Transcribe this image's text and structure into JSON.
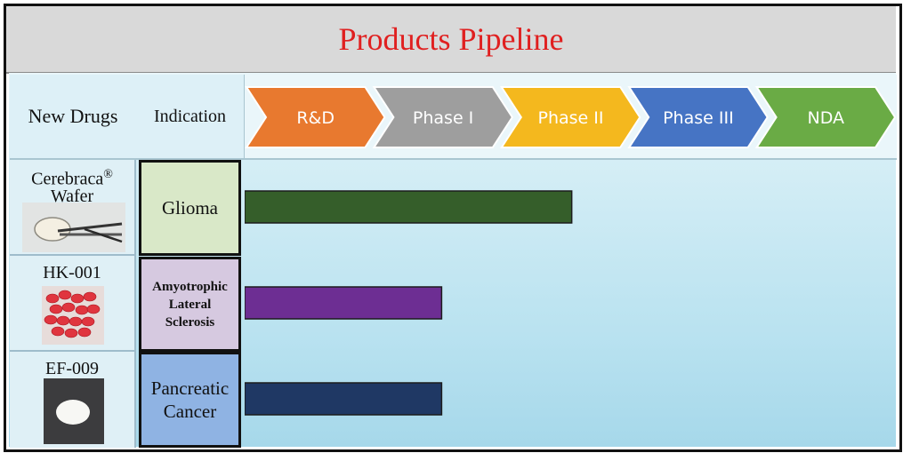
{
  "title": "Products Pipeline",
  "headers": {
    "drugs": "New Drugs",
    "indication": "Indication"
  },
  "drugs": [
    {
      "name": "Cerebraca",
      "name_line2": "Wafer",
      "mark": "®"
    },
    {
      "name": "HK-001"
    },
    {
      "name": "EF-009"
    }
  ],
  "indications": [
    {
      "lines": [
        "Glioma"
      ],
      "color": "#d9e8c8"
    },
    {
      "lines": [
        "Amyotrophic",
        "Lateral",
        "Sclerosis"
      ],
      "color": "#d6c9e0"
    },
    {
      "lines": [
        "Pancreatic",
        "Cancer"
      ],
      "color": "#8fb3e3"
    }
  ],
  "chart_data": {
    "type": "bar",
    "orientation": "horizontal",
    "stages": [
      "R&D",
      "Phase I",
      "Phase II",
      "Phase III",
      "NDA"
    ],
    "stage_colors": [
      "#e8792f",
      "#9e9e9e",
      "#f4b81e",
      "#4674c4",
      "#6aab45"
    ],
    "categories": [
      "Cerebraca Wafer",
      "HK-001",
      "EF-009"
    ],
    "values": [
      2.55,
      1.53,
      1.53
    ],
    "bar_colors": [
      "#355e2a",
      "#6d2e93",
      "#1f3864"
    ],
    "xlim": [
      0,
      5
    ]
  }
}
